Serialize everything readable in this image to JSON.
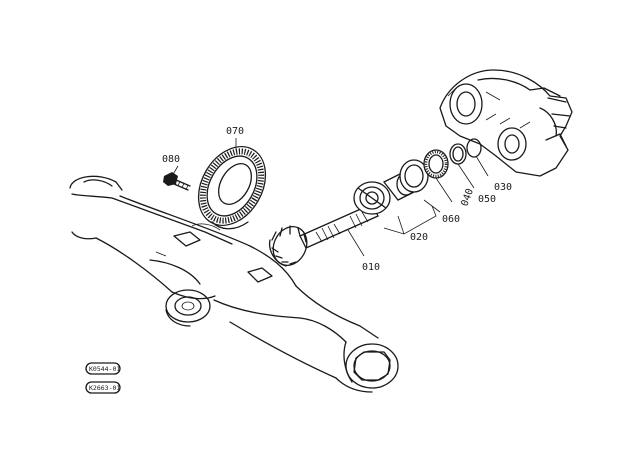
{
  "parts": {
    "p010": "010",
    "p020": "020",
    "p030": "030",
    "p040": "040",
    "p050": "050",
    "p060": "060",
    "p070": "070",
    "p080": "080"
  },
  "references": {
    "ref1": "K0544-01",
    "ref2": "K2663-01"
  }
}
